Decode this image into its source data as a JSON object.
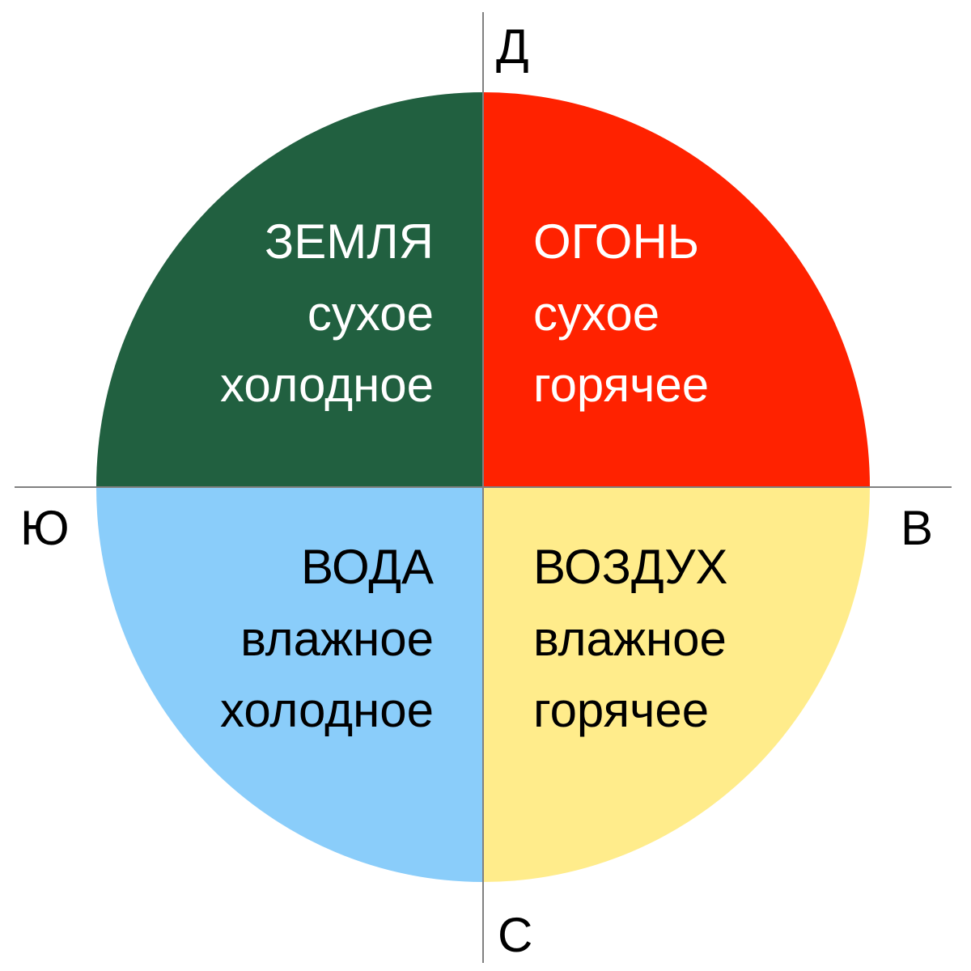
{
  "colors": {
    "earth": "#216040",
    "fire": "#ff2200",
    "water": "#8acdfa",
    "air": "#ffec8b",
    "axis": "#808080",
    "light_text": "#ffffff",
    "dark_text": "#000000"
  },
  "directions": {
    "top": "Д",
    "bottom": "С",
    "left": "Ю",
    "right": "В"
  },
  "quadrants": {
    "earth": {
      "name": "ЗЕМЛЯ",
      "quality1": "сухое",
      "quality2": "холодное"
    },
    "fire": {
      "name": "ОГОНЬ",
      "quality1": "сухое",
      "quality2": "горячее"
    },
    "water": {
      "name": "ВОДА",
      "quality1": "влажное",
      "quality2": "холодное"
    },
    "air": {
      "name": "ВОЗДУХ",
      "quality1": "влажное",
      "quality2": "горячее"
    }
  }
}
